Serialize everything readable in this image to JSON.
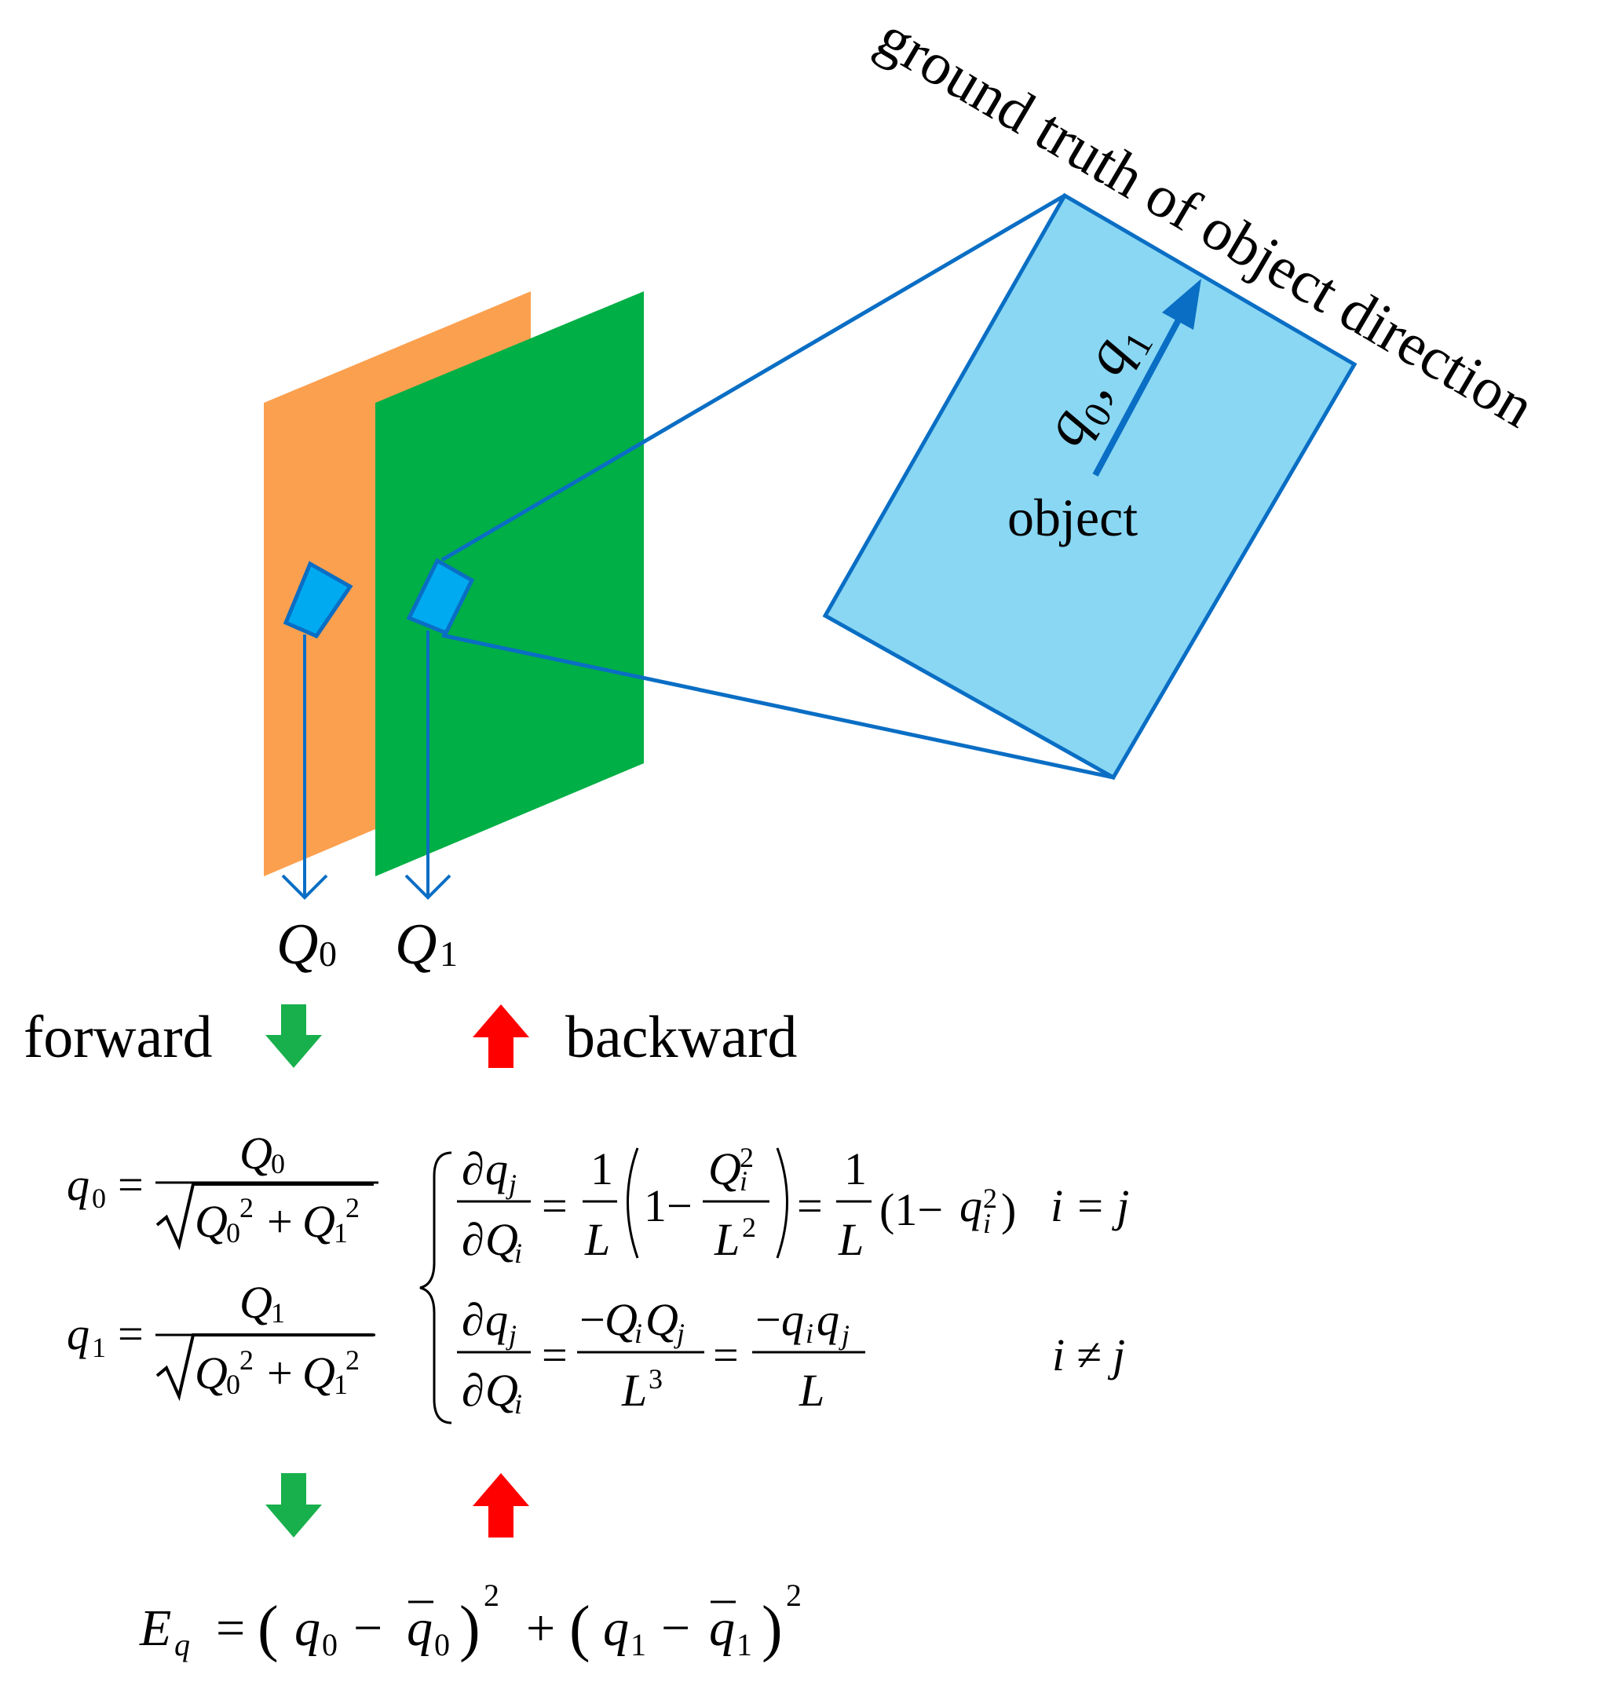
{
  "colors": {
    "orange": "#FBA04F",
    "green": "#00AF45",
    "blue": "#0A6EC4",
    "light_blue": "#89D7F3",
    "patch_fill": "#00AAF0",
    "arrow_green": "#18B04C",
    "arrow_red": "#FF0000"
  },
  "labels": {
    "ground_truth": "ground truth of object direction",
    "object": "object",
    "Q0": "Q",
    "Q0_sub": "0",
    "Q1": "Q",
    "Q1_sub": "1",
    "forward": "forward",
    "backward": "backward",
    "q_label_q": "q",
    "q_label_sub0": "0",
    "q_label_comma": ", ",
    "q_label_sub1": "1",
    "cond_eq": "i = j",
    "cond_neq": "i ≠ j"
  },
  "icons": {
    "forward_arrow": "down-arrow-icon",
    "backward_arrow": "up-arrow-icon"
  }
}
